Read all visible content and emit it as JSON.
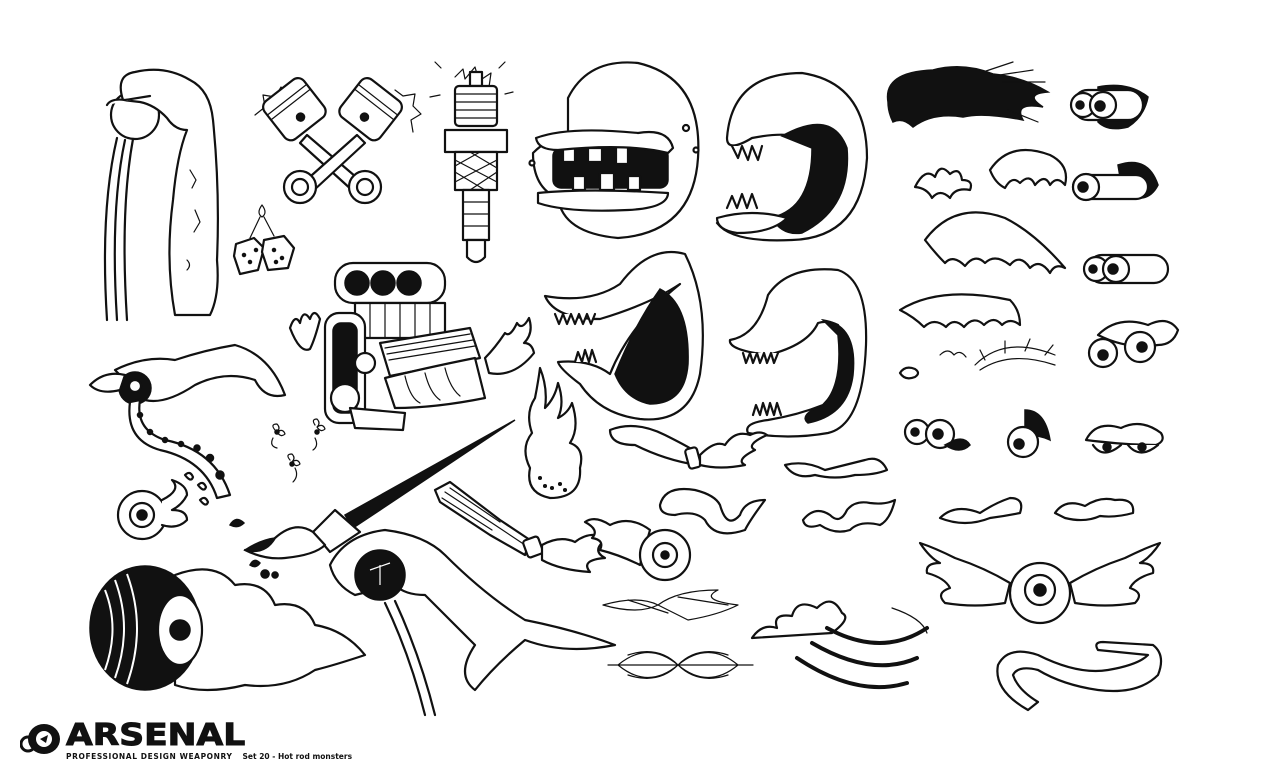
{
  "sheet": {
    "background": "#ffffff",
    "ink_color": "#111111",
    "illustrations": [
      {
        "id": "arm-shifter-knob",
        "label": "Arm gripping shifter knob"
      },
      {
        "id": "crossed-pistons",
        "label": "Crossed pistons"
      },
      {
        "id": "spark-plug",
        "label": "Spark plug with sparks"
      },
      {
        "id": "fuzzy-dice",
        "label": "Hanging dice"
      },
      {
        "id": "blown-engine",
        "label": "Supercharged engine with flames"
      },
      {
        "id": "monster-face-teeth",
        "label": "Monster face with crooked teeth"
      },
      {
        "id": "monster-mouth-1",
        "label": "Monster mouth with tongue"
      },
      {
        "id": "monster-mouth-2",
        "label": "Monster mouth open side"
      },
      {
        "id": "monster-mouth-3",
        "label": "Monster mouth shark teeth"
      },
      {
        "id": "hair-tuft-black",
        "label": "Black hair tuft"
      },
      {
        "id": "hair-tufts",
        "label": "Hair tufts and eyebrows"
      },
      {
        "id": "bulging-eyes",
        "label": "Bulging eyes set"
      },
      {
        "id": "arm-8-ball",
        "label": "Arm holding 8-ball shifter"
      },
      {
        "id": "flies",
        "label": "Buzzing flies"
      },
      {
        "id": "eyeball-drips",
        "label": "Eyeball with drips"
      },
      {
        "id": "paintbrush",
        "label": "Paintbrush with paint drops"
      },
      {
        "id": "flame",
        "label": "Flame"
      },
      {
        "id": "tongue-flame",
        "label": "Tongue with flames"
      },
      {
        "id": "tongues",
        "label": "Tongues"
      },
      {
        "id": "burnout-tire",
        "label": "Burnout tire with smoke"
      },
      {
        "id": "hand-shifter-ball",
        "label": "Hand gripping shifter ball"
      },
      {
        "id": "exhaust-headers",
        "label": "Exhaust headers with flames"
      },
      {
        "id": "flaming-eyeball",
        "label": "Flaming eyeball"
      },
      {
        "id": "pinstripes",
        "label": "Pinstripe ornaments"
      },
      {
        "id": "flaming-claw",
        "label": "Flaming claw streaks"
      },
      {
        "id": "winged-eyeball",
        "label": "Winged eyeball"
      },
      {
        "id": "worm-tongue",
        "label": "Long tongue"
      }
    ]
  },
  "footer": {
    "brand": "ARSENAL",
    "tagline": "PROFESSIONAL DESIGN WEAPONRY",
    "set_label": "Set 20 - Hot rod monsters",
    "logo_icon": "arsenal-swirl-icon"
  }
}
